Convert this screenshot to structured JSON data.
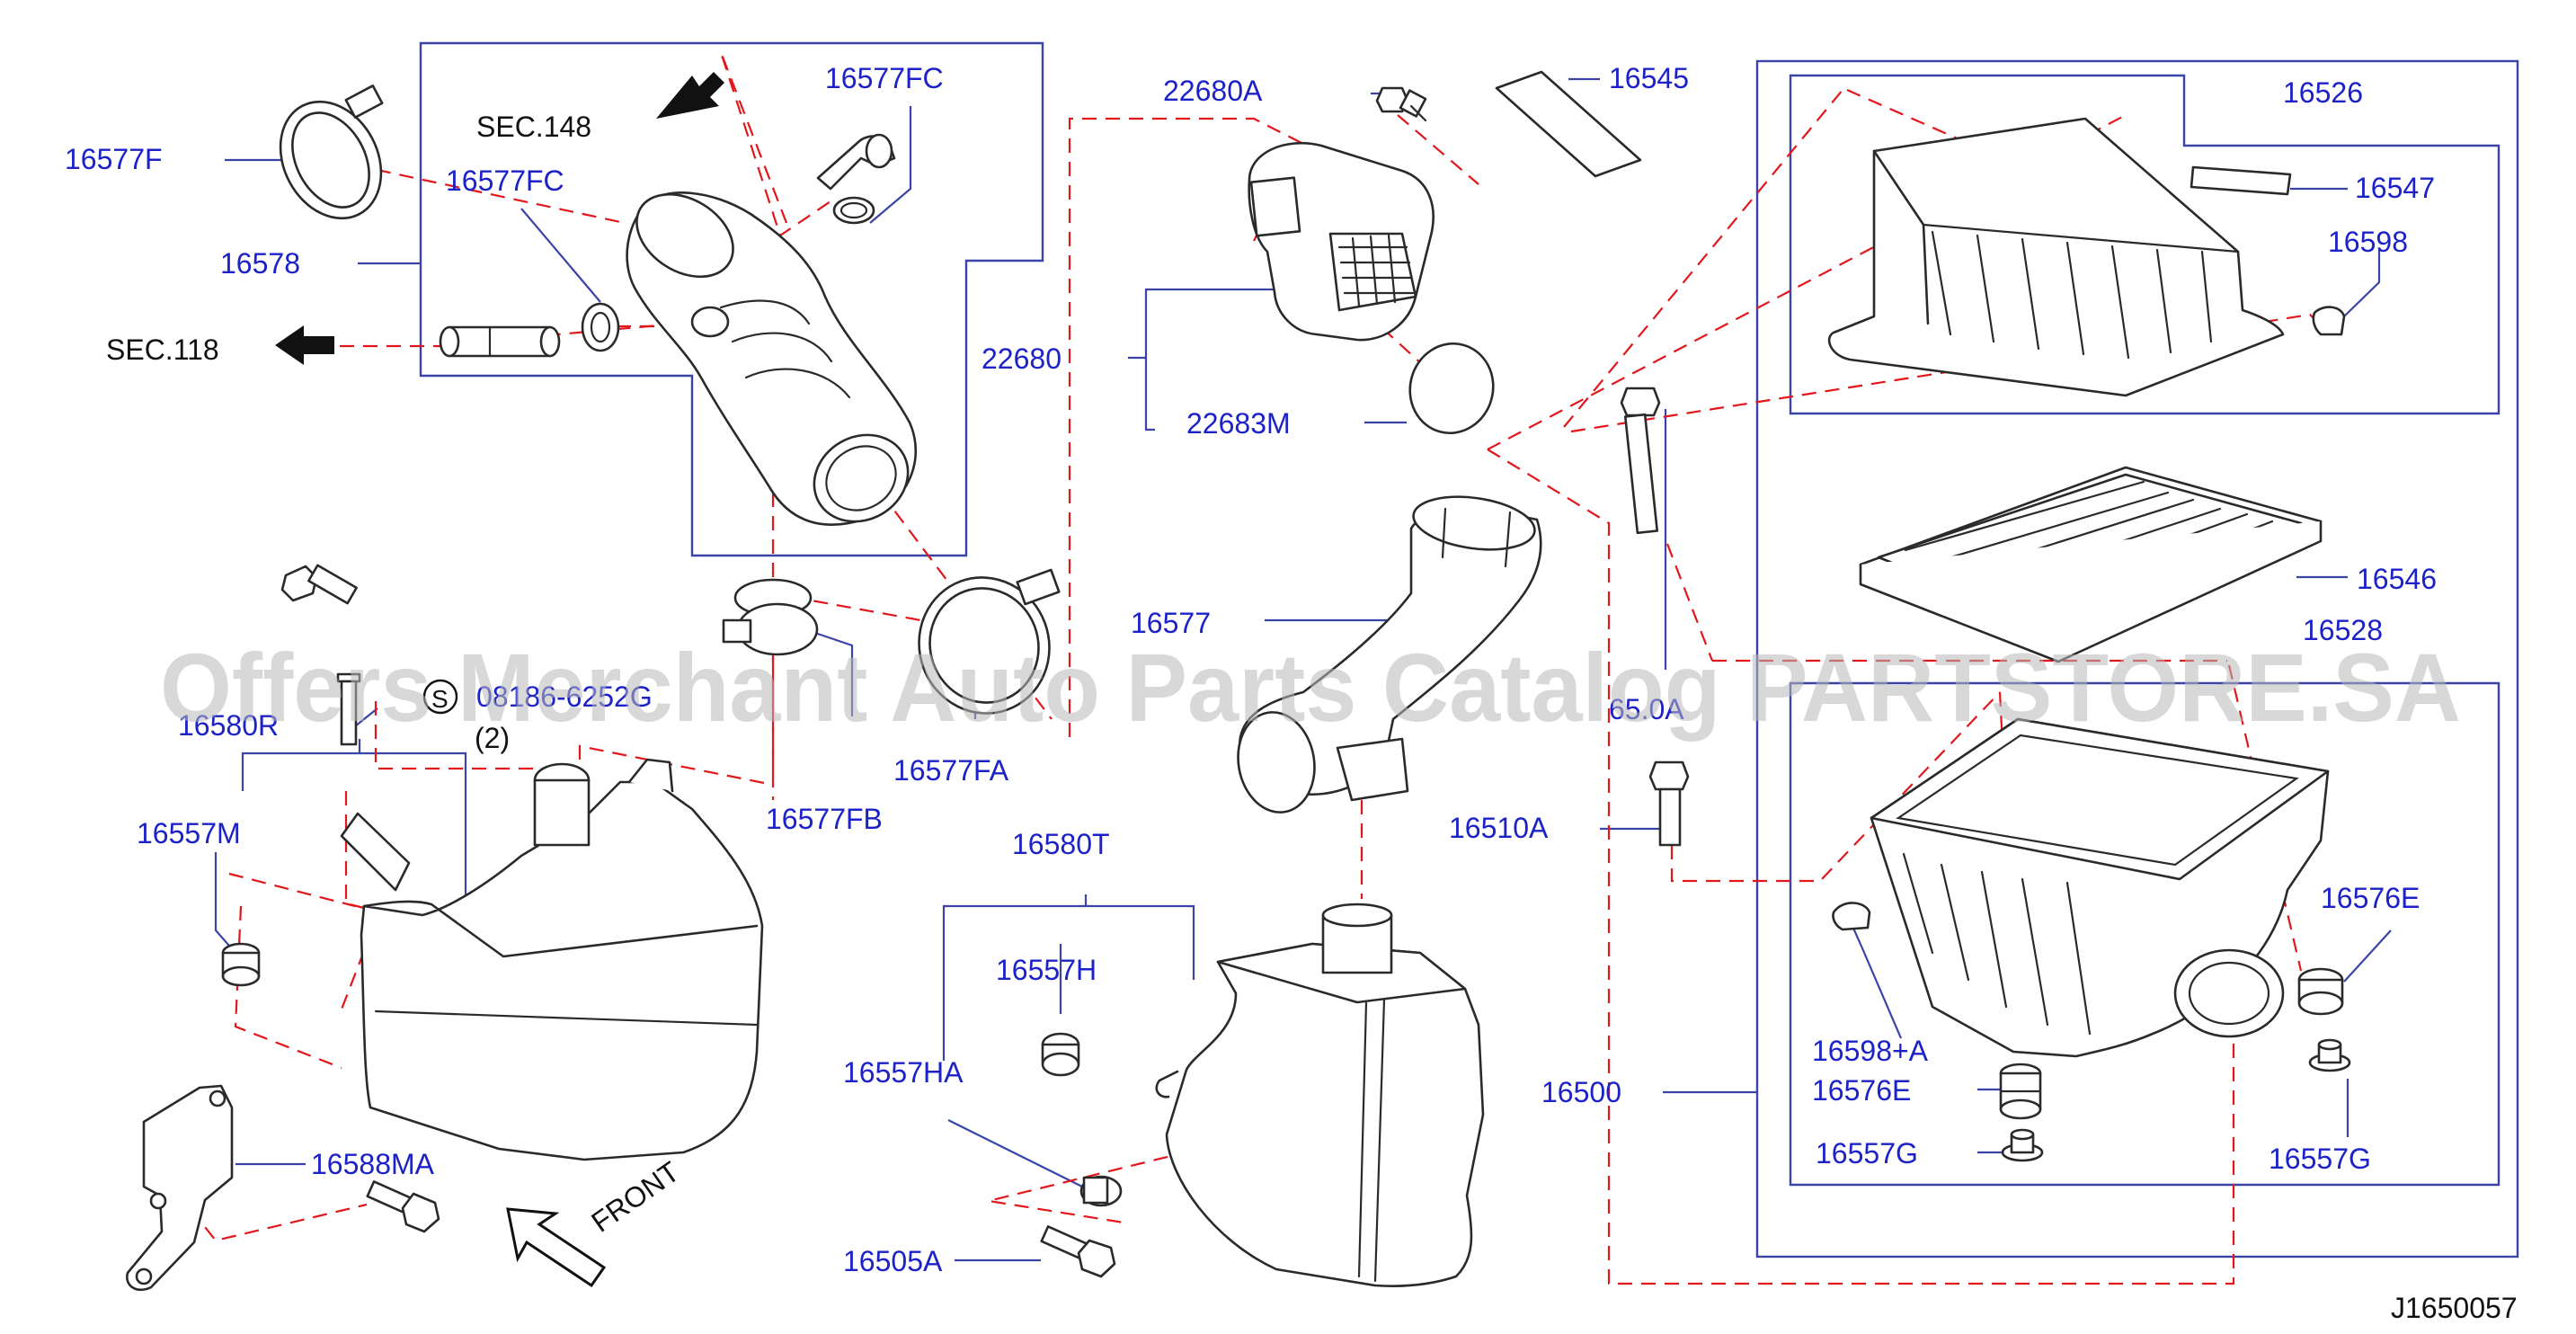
{
  "diagram_id": "J1650057",
  "watermark": "Offers Merchant Auto Parts Catalog PARTSTORE.SA",
  "labels": {
    "sec148": "SEC.148",
    "sec118": "SEC.118",
    "p16577F": "16577F",
    "p16578": "16578",
    "p16577FC_top": "16577FC",
    "p16577FC_mid": "16577FC",
    "p22680A": "22680A",
    "p16545": "16545",
    "p16526": "16526",
    "p16547": "16547",
    "p16598": "16598",
    "p22680": "22680",
    "p22683M": "22683M",
    "p16546": "16546",
    "p16528": "16528",
    "p16577": "16577",
    "p16510A_top": "65.0A",
    "p16510A": "16510A",
    "p16580R": "16580R",
    "std_part": "08186-6252G",
    "std_qty": "(2)",
    "std_symbol": "S",
    "p16557M": "16557M",
    "p16577FB": "16577FB",
    "p16577FA": "16577FA",
    "p16580T": "16580T",
    "p16557H": "16557H",
    "p16557HA": "16557HA",
    "p16588MA": "16588MA",
    "p16505A": "16505A",
    "p16500": "16500",
    "p16576E_right": "16576E",
    "p16598A": "16598+A",
    "p16576E_low": "16576E",
    "p16557G_left": "16557G",
    "p16557G_right": "16557G",
    "front": "FRONT"
  },
  "colors": {
    "callout": "#1c22c8",
    "box_outline": "#3a44a8",
    "dashed_guide": "#e3161b",
    "part_line": "#2a2a2a",
    "watermark": "#b8b8b8"
  }
}
